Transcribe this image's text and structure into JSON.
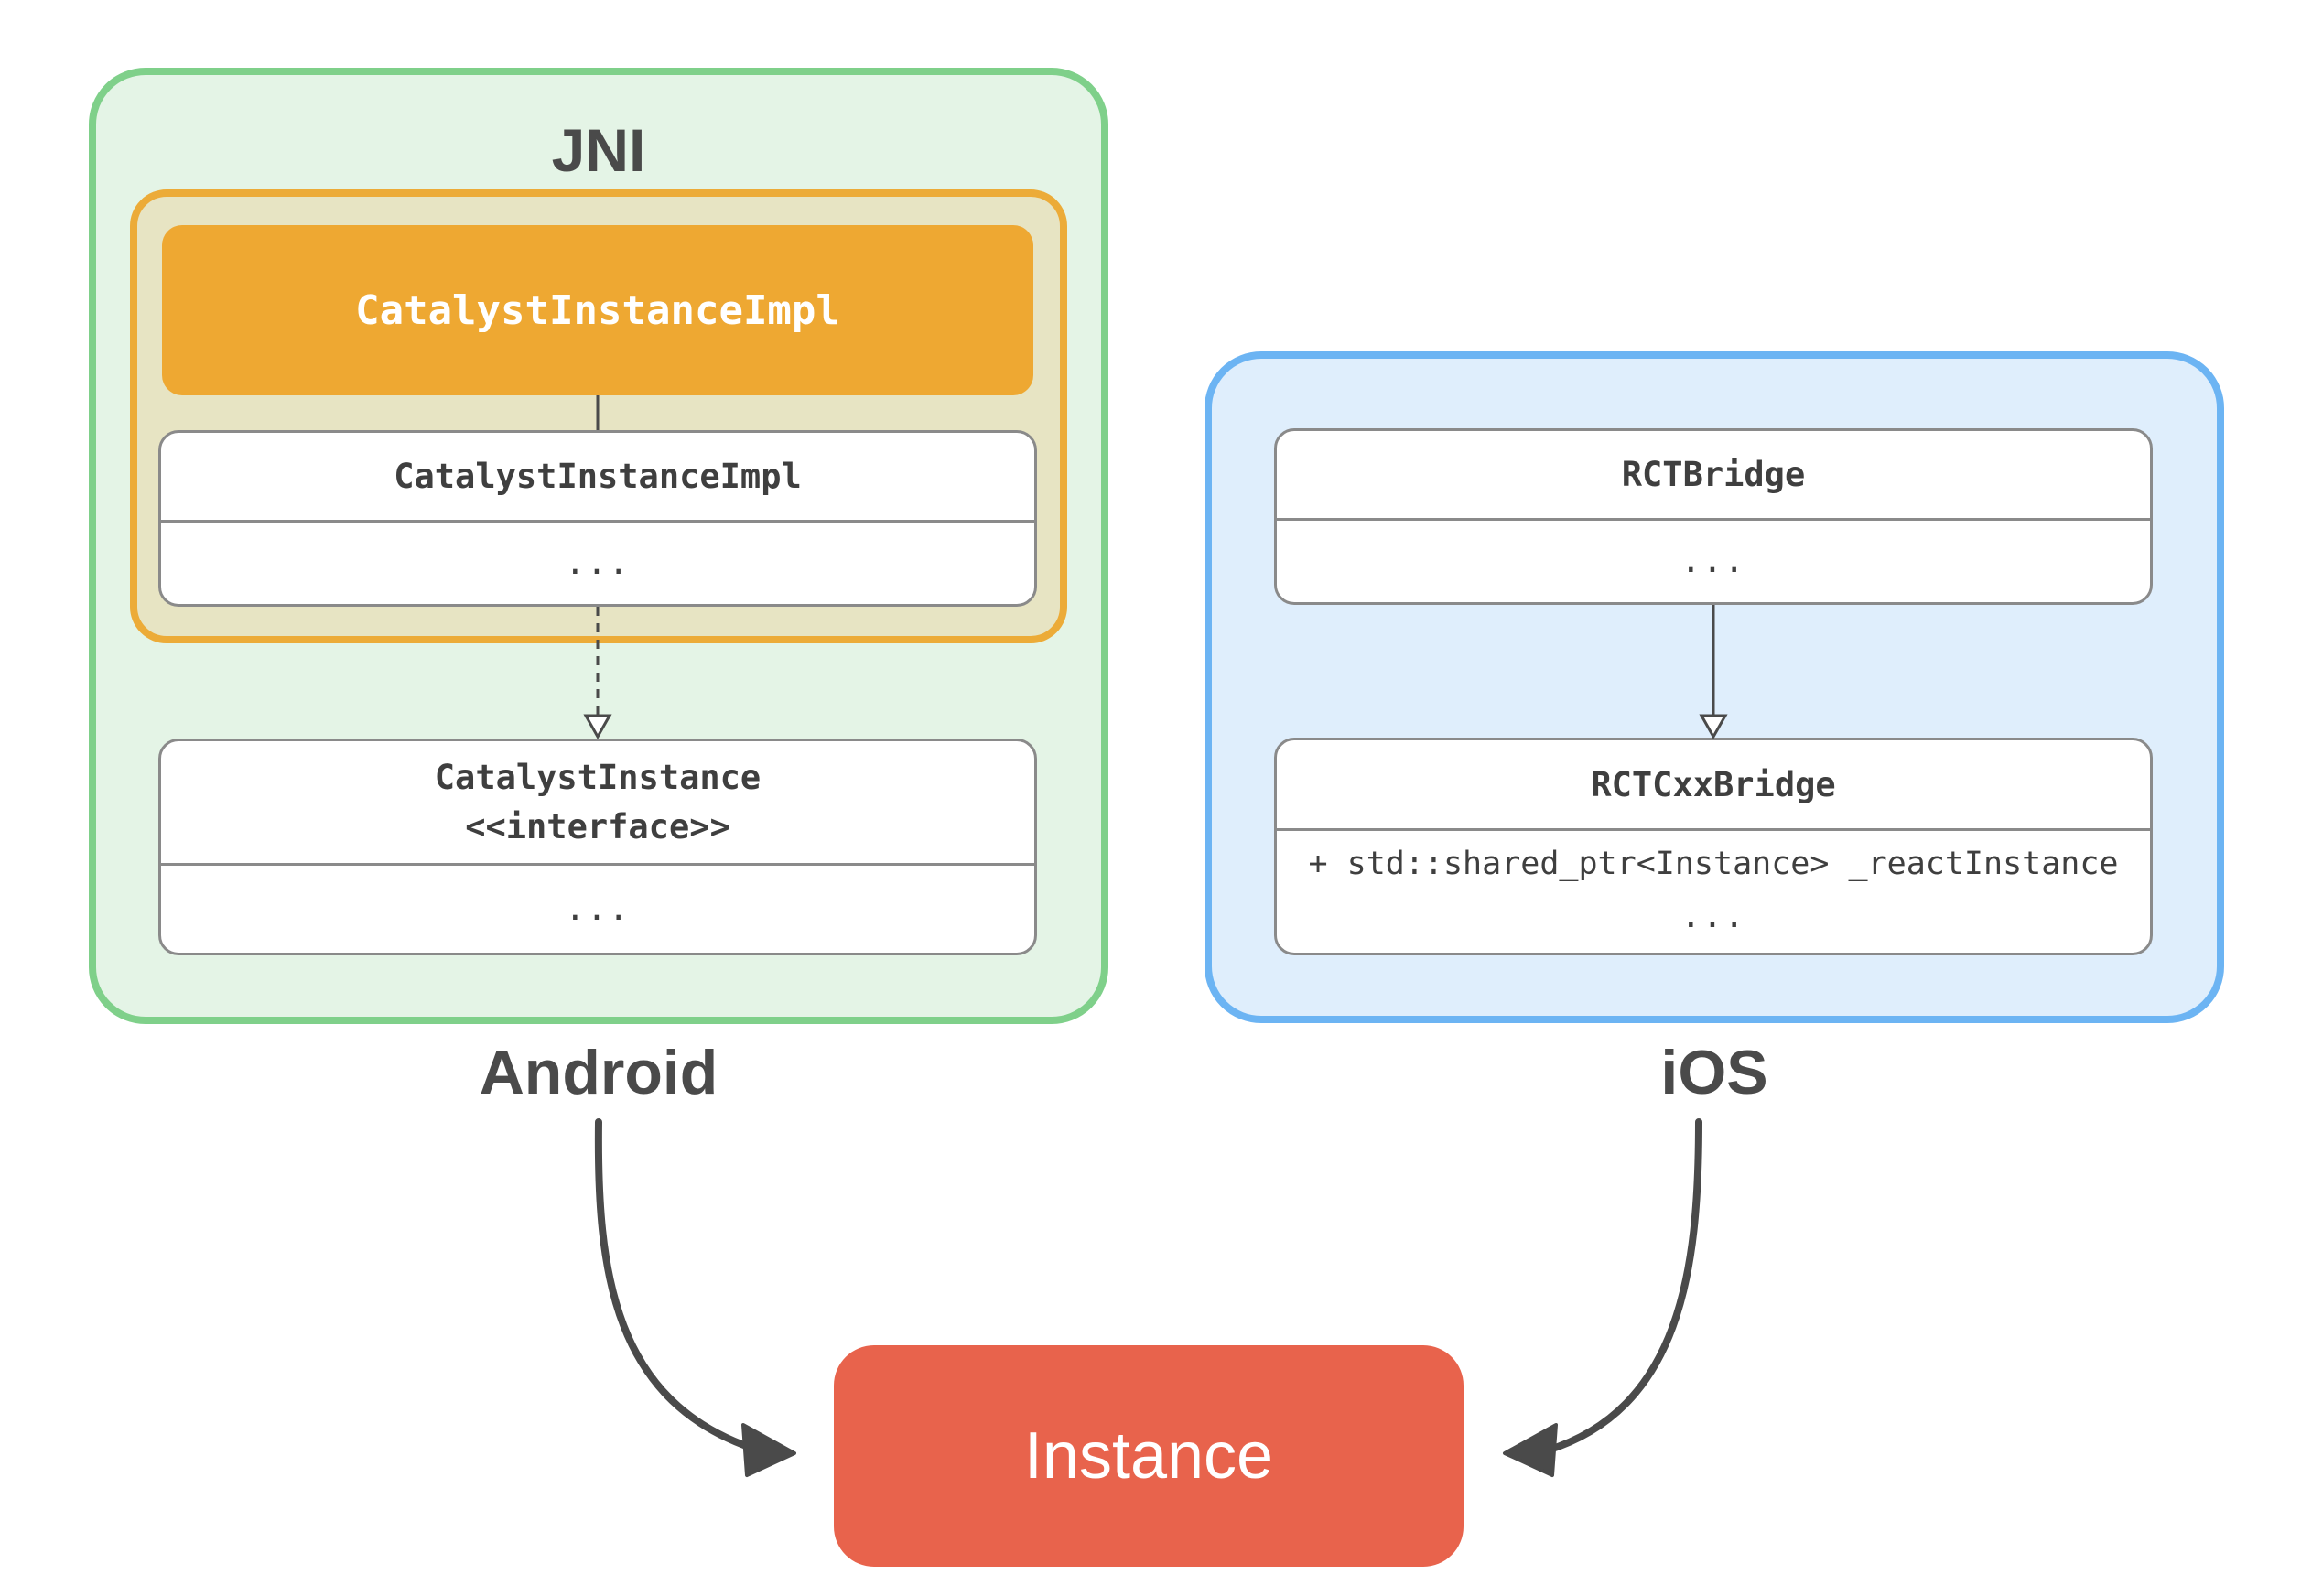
{
  "jni": {
    "title": "JNI"
  },
  "android": {
    "label": "Android",
    "impl_header": "CatalystInstanceImpl",
    "impl_class": {
      "name": "CatalystInstanceImpl",
      "body": "..."
    },
    "interface_class": {
      "name_line1": "CatalystInstance",
      "name_line2": "<<interface>>",
      "body": "..."
    }
  },
  "ios": {
    "label": "iOS",
    "bridge_class": {
      "name": "RCTBridge",
      "body": "..."
    },
    "cxx_bridge_class": {
      "name": "RCTCxxBridge",
      "attribute": "+ std::shared_ptr<Instance> _reactInstance",
      "body": "..."
    }
  },
  "instance": {
    "label": "Instance"
  },
  "colors": {
    "android_fill": "#e4f4e6",
    "android_border": "#7fd08a",
    "ios_fill": "#dfeefc",
    "ios_border": "#6cb4f3",
    "jni_fill": "#e7e4c3",
    "jni_border": "#ecab38",
    "impl_header_fill": "#eea832",
    "instance_fill": "#e8634c"
  }
}
